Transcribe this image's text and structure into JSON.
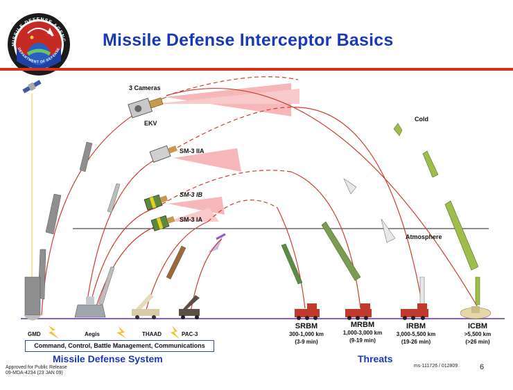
{
  "header": {
    "title": "Missile Defense Interceptor Basics",
    "seal_text": "MISSILE DEFENSE AGENCY",
    "seal_bottom_text": "DEPARTMENT OF DEFENSE"
  },
  "labels": {
    "cameras": "3 Cameras",
    "ekv": "EKV",
    "sm3_iia": "SM-3 IIA",
    "sm3_ib": "SM-3 IB",
    "sm3_ia": "SM-3 IA",
    "cold": "Cold",
    "atmosphere": "Atmosphere"
  },
  "systems": [
    {
      "name": "GMD"
    },
    {
      "name": "Aegis"
    },
    {
      "name": "THAAD"
    },
    {
      "name": "PAC-3"
    }
  ],
  "threats": [
    {
      "name": "SRBM",
      "range": "300-1,000 km",
      "time": "(3-9 min)"
    },
    {
      "name": "MRBM",
      "range": "1,000-3,000 km",
      "time": "(9-19 min)"
    },
    {
      "name": "IRBM",
      "range": "3,000-5,500 km",
      "time": "(19-26 min)"
    },
    {
      "name": "ICBM",
      "range": ">5,500 km",
      "time": "(>26 min)"
    }
  ],
  "footer": {
    "c2_box": "Command, Control, Battle Management, Communications",
    "system_heading": "Missile Defense System",
    "threats_heading": "Threats",
    "release_line1": "Approved for Public Release",
    "release_line2": "09-MDA-4234 (23 JAN 09)",
    "doc_id": "ms-111726 / 012809",
    "page_number": "6"
  },
  "colors": {
    "title_blue": "#1a39b6",
    "rule_red": "#d7301d",
    "trajectory_red": "#d33b2c",
    "sensor_pink": "#f4a0a4",
    "ground_purple": "#8a5fc8",
    "threat_green": "#9fbd4a"
  }
}
